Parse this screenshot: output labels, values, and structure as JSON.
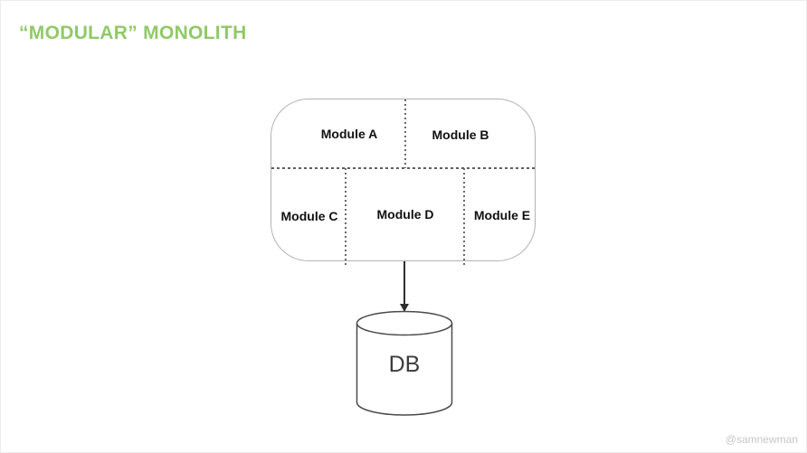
{
  "slide": {
    "title": "“MODULAR” MONOLITH",
    "title_color": "#91c968"
  },
  "diagram": {
    "monolith": {
      "modules": [
        {
          "id": "module-a",
          "label": "Module A"
        },
        {
          "id": "module-b",
          "label": "Module B"
        },
        {
          "id": "module-c",
          "label": "Module C"
        },
        {
          "id": "module-d",
          "label": "Module D"
        },
        {
          "id": "module-e",
          "label": "Module E"
        }
      ]
    },
    "database": {
      "label": "DB"
    },
    "colors": {
      "monolith_border": "#b3b3b3",
      "module_divider": "#6a6a6a",
      "arrow": "#2e2e2e",
      "database_stroke": "#4a4a4a",
      "database_text": "#3d3d3d",
      "watermark_text": "#c6c6c6"
    }
  },
  "footer": {
    "watermark": "@samnewman"
  }
}
